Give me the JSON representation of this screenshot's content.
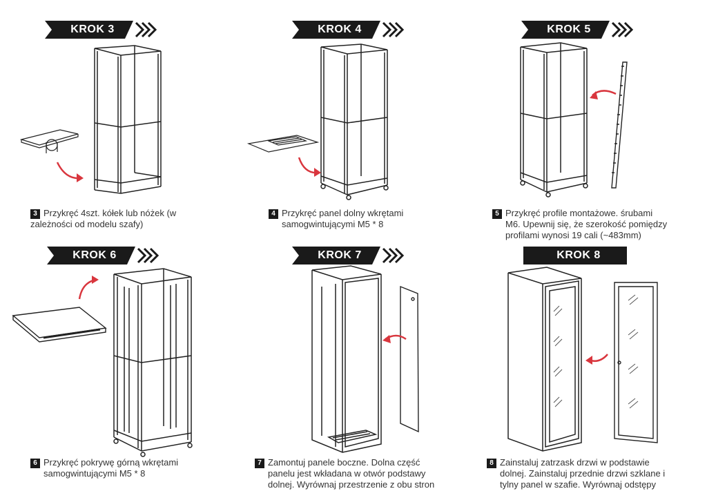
{
  "steps": [
    {
      "banner": "KROK 3",
      "num": "3",
      "caption": [
        "Przykręć 4szt. kółek lub nóżek (w",
        "zależności od modelu szafy)"
      ]
    },
    {
      "banner": "KROK 4",
      "num": "4",
      "caption": [
        "Przykręć panel dolny wkrętami",
        "samogwintującymi M5 * 8"
      ]
    },
    {
      "banner": "KROK 5",
      "num": "5",
      "caption": [
        "Przykręć profile montażowe. śrubami",
        "M6. Upewnij się, że szerokość pomiędzy",
        "profilami wynosi 19 cali (~483mm)"
      ]
    },
    {
      "banner": "KROK 6",
      "num": "6",
      "caption": [
        "Przykręć pokrywę górną wkrętami",
        "samogwintującymi M5 * 8"
      ]
    },
    {
      "banner": "KROK 7",
      "num": "7",
      "caption": [
        "Zamontuj panele boczne. Dolna część",
        "panelu jest wkładana w otwór podstawy",
        "dolnej. Wyrównaj przestrzenie z obu stron"
      ]
    },
    {
      "banner": "KROK 8",
      "num": "8",
      "caption": [
        "Zainstaluj zatrzask drzwi w podstawie",
        "dolnej. Zainstaluj przednie drzwi szklane i",
        "tylny panel w szafie. Wyrównaj odstępy"
      ]
    }
  ],
  "colors": {
    "banner": "#1a1a1a",
    "arrow": "#d9363e",
    "line": "#222222"
  }
}
